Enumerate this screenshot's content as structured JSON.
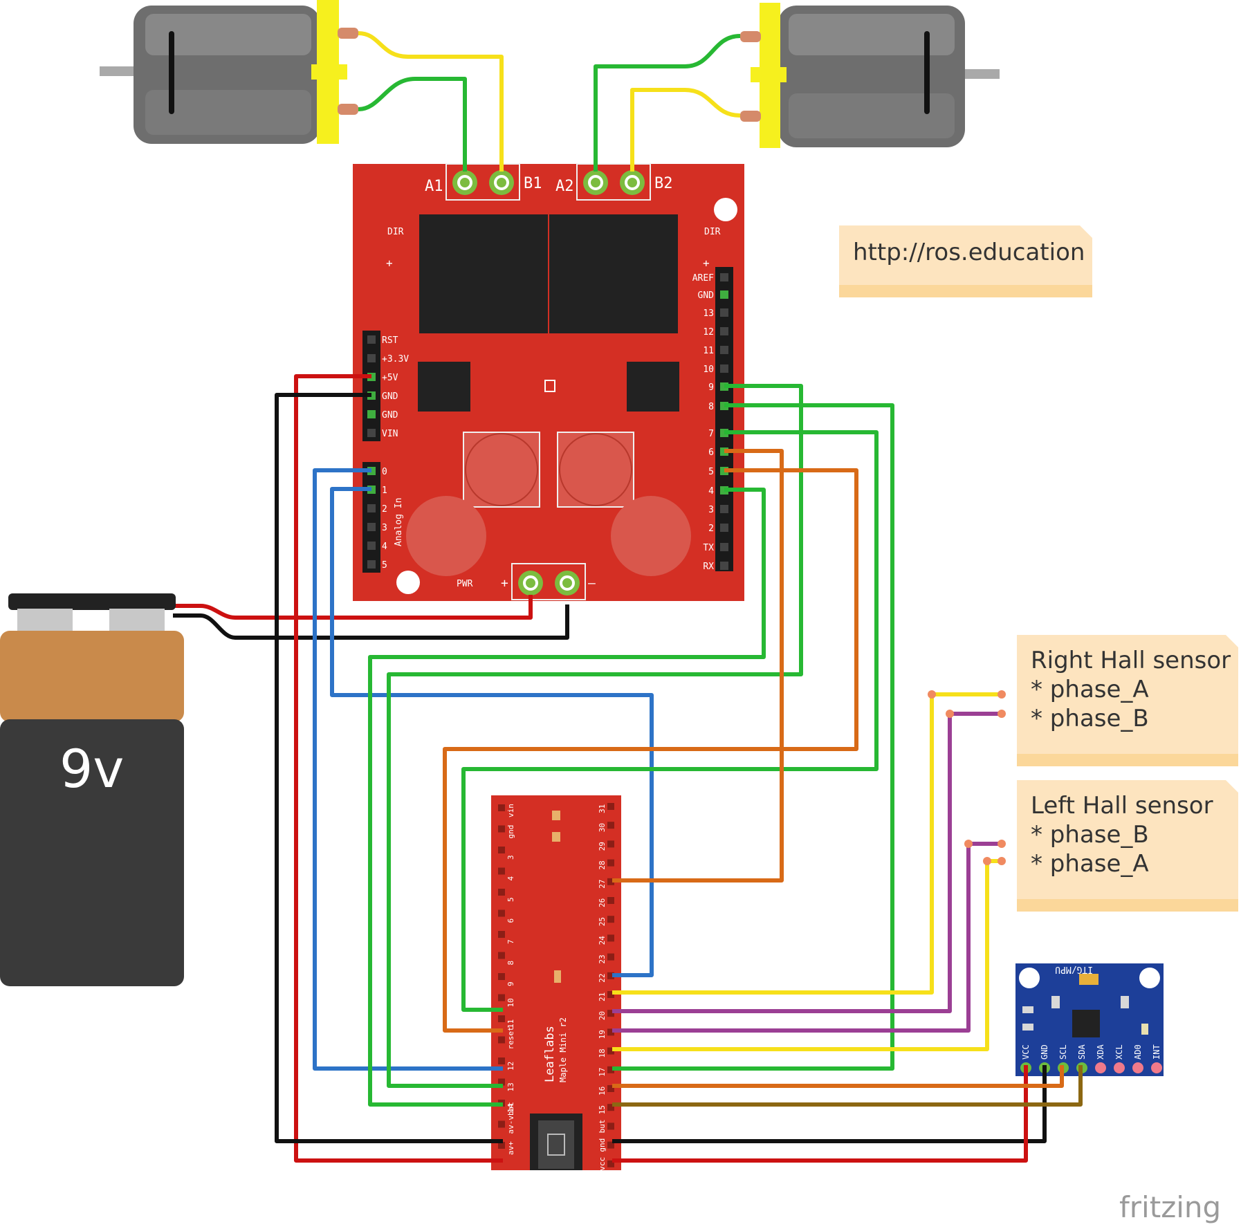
{
  "url_note": {
    "text": "http://ros.education"
  },
  "right_hall_note": {
    "lines": [
      "Right Hall sensor",
      "* phase_A",
      "* phase_B"
    ]
  },
  "left_hall_note": {
    "lines": [
      "Left Hall sensor",
      "* phase_B",
      "* phase_A"
    ]
  },
  "battery": {
    "label": "9v"
  },
  "brand": {
    "label": "fritzing"
  },
  "motor_driver": {
    "terminals_top": [
      "A1",
      "B1",
      "A2",
      "B2"
    ],
    "dir_label": "DIR",
    "plus": "+",
    "minus": "–",
    "pwr_label": "PWR",
    "left_pins": [
      "RST",
      "+3.3V",
      "+5V",
      "GND",
      "GND",
      "VIN"
    ],
    "analog_pins": [
      "0",
      "1",
      "2",
      "3",
      "4",
      "5"
    ],
    "analog_label": "Analog In",
    "right_pins": [
      "AREF",
      "GND",
      "13",
      "12",
      "11",
      "10",
      "9",
      "8",
      "7",
      "6",
      "5",
      "4",
      "3",
      "2",
      "TX",
      "RX"
    ]
  },
  "maple": {
    "title": "Leaflabs",
    "subtitle": "Maple Mini r2",
    "left_pins": [
      "vin",
      "gnd",
      "3",
      "4",
      "5",
      "6",
      "7",
      "8",
      "9",
      "10",
      "11",
      "reset",
      "12",
      "13",
      "14",
      "av-vbat",
      "av+"
    ],
    "right_pins": [
      "31",
      "30",
      "29",
      "28",
      "27",
      "26",
      "25",
      "24",
      "23",
      "22",
      "21",
      "20",
      "19",
      "18",
      "17",
      "16",
      "15",
      "but",
      "gnd",
      "vcc"
    ]
  },
  "imu": {
    "title": "ITG/MPU",
    "pins": [
      "VCC",
      "GND",
      "SCL",
      "SDA",
      "XDA",
      "XCL",
      "AD0",
      "INT"
    ]
  },
  "colors": {
    "board_red": "#d42f24",
    "wire_red": "#cc1111",
    "wire_black": "#111111",
    "wire_green": "#27b833",
    "wire_yellow": "#f6e01a",
    "wire_blue": "#2d73c7",
    "wire_orange": "#d86a17",
    "wire_purple": "#9b3f94",
    "wire_brown": "#8c6712",
    "imu_blue": "#1d3f99"
  }
}
